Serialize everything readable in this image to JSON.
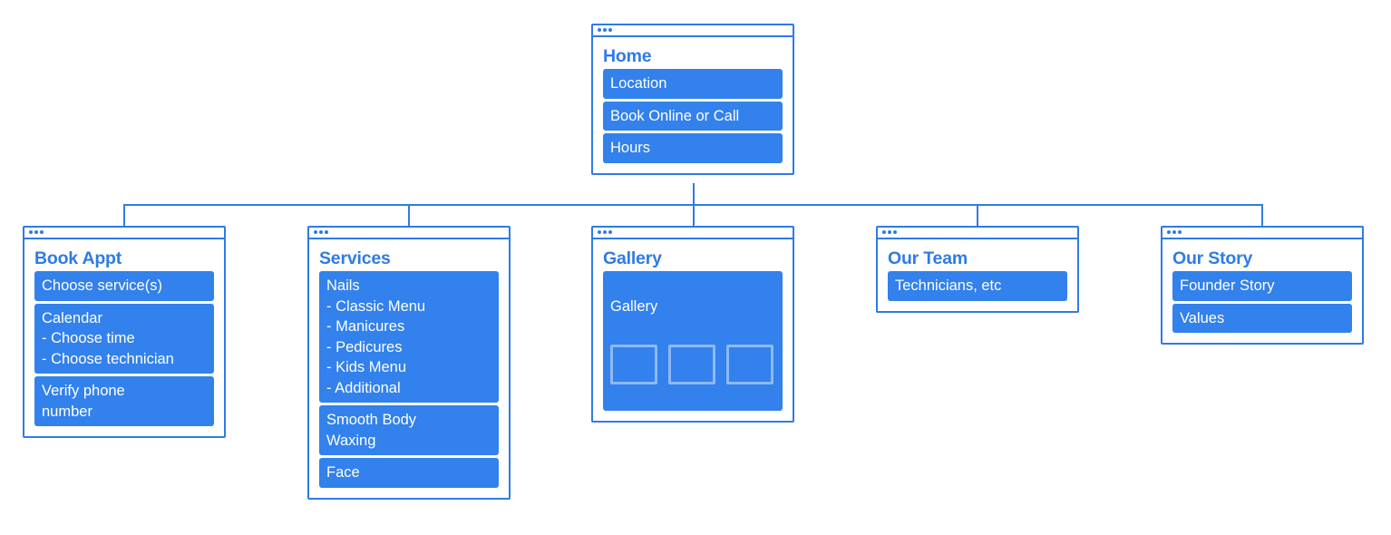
{
  "diagram": {
    "root": {
      "title": "Home",
      "items": [
        "Location",
        "Book Online or Call",
        "Hours"
      ]
    },
    "children": [
      {
        "title": "Book Appt",
        "items": [
          "Choose service(s)",
          "Calendar\n- Choose time\n- Choose technician",
          "Verify phone\nnumber"
        ]
      },
      {
        "title": "Services",
        "items": [
          "Nails\n- Classic Menu\n- Manicures\n- Pedicures\n- Kids Menu\n- Additional",
          "Smooth Body\nWaxing",
          "Face"
        ]
      },
      {
        "title": "Gallery",
        "items": [
          "Gallery"
        ],
        "thumbnail_count": 3
      },
      {
        "title": "Our Team",
        "items": [
          "Technicians, etc"
        ]
      },
      {
        "title": "Our Story",
        "items": [
          "Founder Story",
          "Values"
        ]
      }
    ]
  },
  "colors": {
    "accent": "#2f7be6",
    "item_fill": "#3281ec",
    "item_text": "#ffffff"
  }
}
